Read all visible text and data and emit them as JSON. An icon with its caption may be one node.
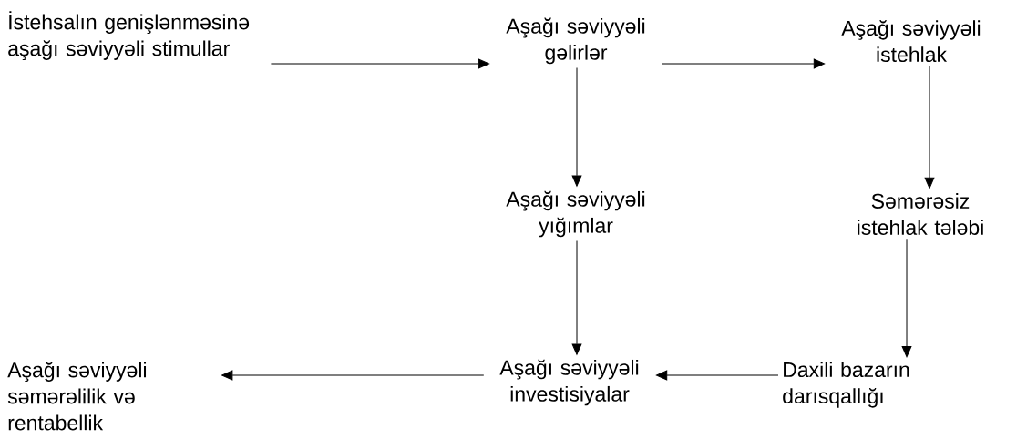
{
  "diagram": {
    "nodes": [
      {
        "text": [
          "İstehsalın genişlənməsinə aşağı səviyyəli stimullar"
        ]
      },
      {
        "text": [
          "Aşağı səviyyəli gəlirlər"
        ]
      },
      {
        "text": [
          "Aşağı səviyyəli istehlak"
        ]
      },
      {
        "text": [
          "Aşağı səviyyəli yığımlar"
        ]
      },
      {
        "text": [
          "Səmərəsiz istehlak tələbi"
        ]
      },
      {
        "text": [
          "Daxili bazarın darısqallığı"
        ]
      },
      {
        "text": [
          "Aşağı səviyyəli investisiyalar"
        ]
      },
      {
        "text": [
          "Aşağı səviyyəli səmərəlilik və rentabellik"
        ]
      }
    ],
    "edges": [
      {
        "from": 0,
        "to": 1,
        "arrow": "to"
      },
      {
        "from": 1,
        "to": 2,
        "arrow": "to"
      },
      {
        "from": 1,
        "to": 3,
        "arrow": "to"
      },
      {
        "from": 2,
        "to": 4,
        "arrow": "to"
      },
      {
        "from": 4,
        "to": 5,
        "arrow": "to"
      },
      {
        "from": 3,
        "to": 6,
        "arrow": "to"
      },
      {
        "from": 5,
        "to": 6,
        "arrow": "to"
      },
      {
        "from": 6,
        "to": 7,
        "arrow": "to"
      }
    ]
  }
}
